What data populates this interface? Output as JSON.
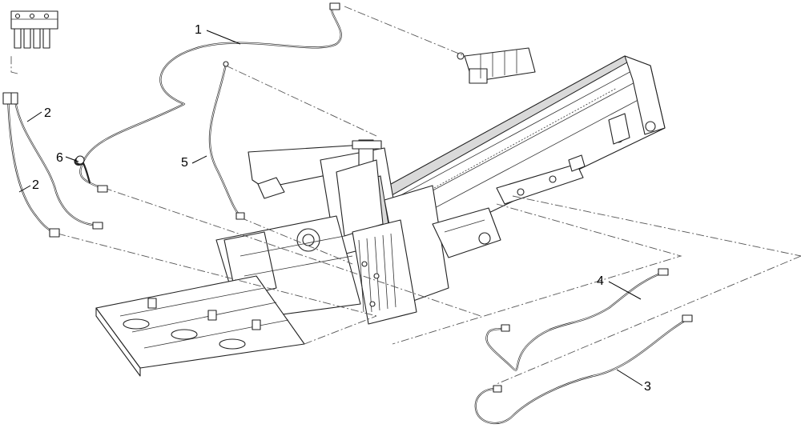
{
  "callouts": [
    {
      "id": "c1",
      "label": "1"
    },
    {
      "id": "c2a",
      "label": "2"
    },
    {
      "id": "c2b",
      "label": "2"
    },
    {
      "id": "c3",
      "label": "3"
    },
    {
      "id": "c4",
      "label": "4"
    },
    {
      "id": "c5",
      "label": "5"
    },
    {
      "id": "c6",
      "label": "6"
    }
  ],
  "colors": {
    "line": "#222222",
    "background": "#ffffff"
  }
}
